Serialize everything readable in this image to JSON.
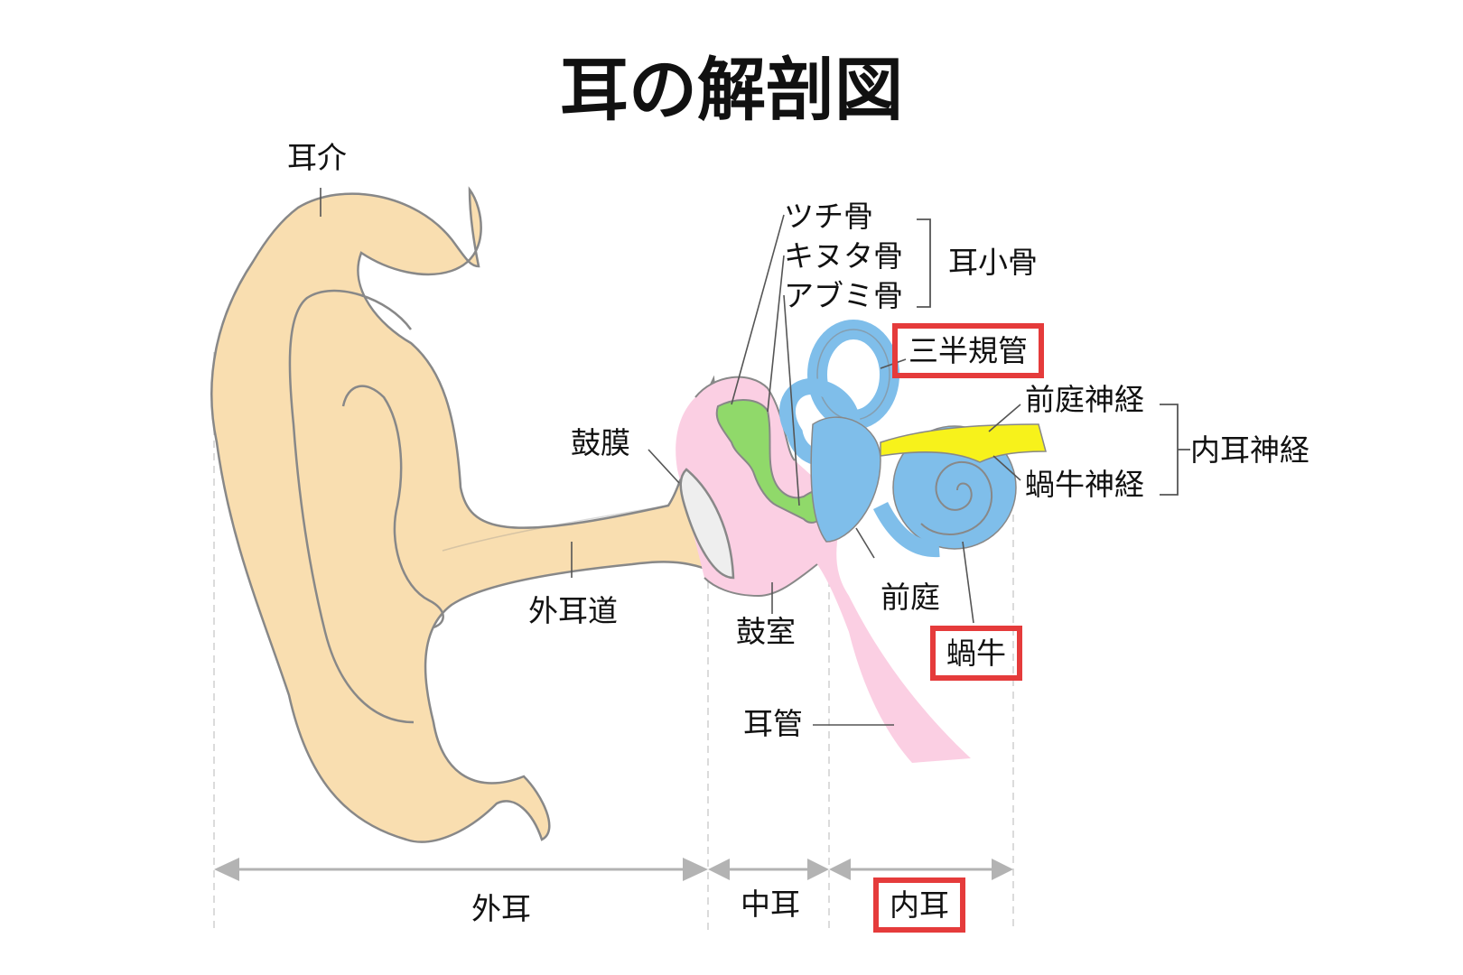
{
  "title": "耳の解剖図",
  "labels": {
    "auricle": "耳介",
    "eardrum": "鼓膜",
    "ear_canal": "外耳道",
    "malleus": "ツチ骨",
    "incus": "キヌタ骨",
    "stapes": "アブミ骨",
    "ossicles": "耳小骨",
    "semicircular_canals": "三半規管",
    "vestibular_nerve": "前庭神経",
    "cochlear_nerve": "蝸牛神経",
    "inner_ear_nerve": "内耳神経",
    "tympanic_cavity": "鼓室",
    "vestibule": "前庭",
    "cochlea": "蝸牛",
    "eustachian_tube": "耳管"
  },
  "sections": {
    "outer": "外耳",
    "middle": "中耳",
    "inner": "内耳"
  },
  "highlighted": [
    "三半規管",
    "蝸牛",
    "内耳"
  ],
  "colors": {
    "skin": "#f9deb0",
    "eardrum": "#eeeeee",
    "middle_ear": "#fbcfe3",
    "ossicles": "#90d96a",
    "inner_ear": "#7fbeea",
    "nerve": "#f7f21b",
    "outline": "#888888",
    "highlight": "#e53b3b",
    "arrow": "#b3b3b3"
  }
}
